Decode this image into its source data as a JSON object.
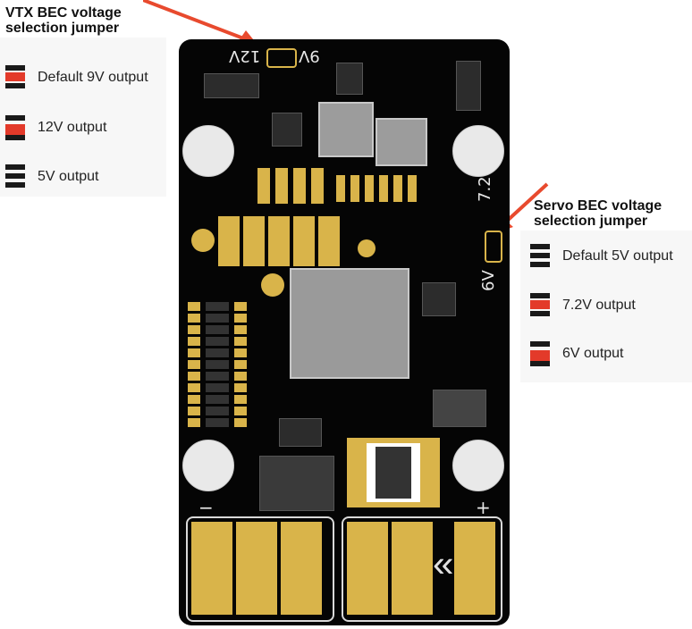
{
  "vtx": {
    "title_line1": "VTX BEC voltage",
    "title_line2": "selection jumper",
    "options": [
      {
        "label": "Default 9V output",
        "state": "top-bridged"
      },
      {
        "label": "12V output",
        "state": "bottom-bridged"
      },
      {
        "label": "5V output",
        "state": "open"
      }
    ]
  },
  "servo": {
    "title_line1": "Servo BEC voltage",
    "title_line2": "selection jumper",
    "options": [
      {
        "label": "Default 5V output",
        "state": "open"
      },
      {
        "label": "7.2V output",
        "state": "top-bridged"
      },
      {
        "label": "6V output",
        "state": "bottom-bridged"
      }
    ]
  },
  "board": {
    "silk_vtx_left": "12V",
    "silk_vtx_right": "9V",
    "silk_servo_top": "7.2V",
    "silk_servo_bottom": "6V",
    "silk_minus": "−",
    "silk_plus": "+"
  },
  "colors": {
    "pcb": "#050505",
    "pad_gold": "#d9b44a",
    "arrow_red": "#e84a2e",
    "jumper_red": "#e33a2a"
  }
}
